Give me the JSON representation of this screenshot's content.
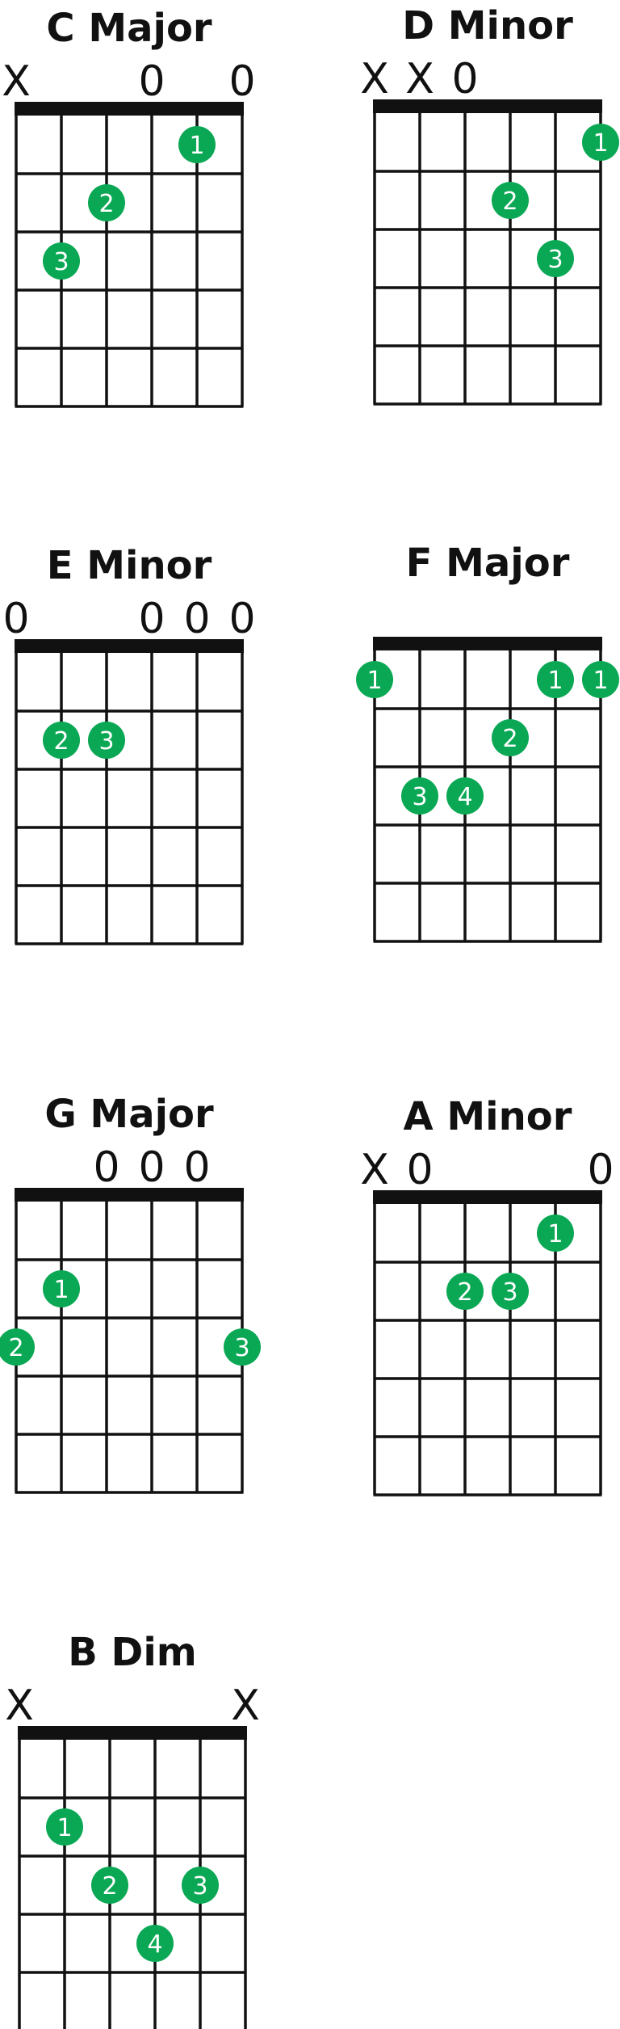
{
  "colors": {
    "ink": "#111111",
    "finger_dot": "#0aa854",
    "dot_text": "#ffffff",
    "background": "#ffffff"
  },
  "chords": [
    {
      "name": "C Major",
      "markers": [
        "X",
        "",
        "",
        "0",
        "",
        "0"
      ],
      "fingers": [
        {
          "string": 5,
          "fret": 1,
          "label": "1"
        },
        {
          "string": 3,
          "fret": 2,
          "label": "2"
        },
        {
          "string": 2,
          "fret": 3,
          "label": "3"
        }
      ]
    },
    {
      "name": "D Minor",
      "markers": [
        "X",
        "X",
        "0",
        "",
        "",
        ""
      ],
      "fingers": [
        {
          "string": 6,
          "fret": 1,
          "label": "1"
        },
        {
          "string": 4,
          "fret": 2,
          "label": "2"
        },
        {
          "string": 5,
          "fret": 3,
          "label": "3"
        }
      ]
    },
    {
      "name": "E Minor",
      "markers": [
        "0",
        "",
        "",
        "0",
        "0",
        "0"
      ],
      "fingers": [
        {
          "string": 2,
          "fret": 2,
          "label": "2"
        },
        {
          "string": 3,
          "fret": 2,
          "label": "3"
        }
      ]
    },
    {
      "name": "F Major",
      "markers": [
        "",
        "",
        "",
        "",
        "",
        ""
      ],
      "fingers": [
        {
          "string": 1,
          "fret": 1,
          "label": "1"
        },
        {
          "string": 5,
          "fret": 1,
          "label": "1"
        },
        {
          "string": 6,
          "fret": 1,
          "label": "1"
        },
        {
          "string": 4,
          "fret": 2,
          "label": "2"
        },
        {
          "string": 2,
          "fret": 3,
          "label": "3"
        },
        {
          "string": 3,
          "fret": 3,
          "label": "4"
        }
      ]
    },
    {
      "name": "G Major",
      "markers": [
        "",
        "",
        "0",
        "0",
        "0",
        ""
      ],
      "fingers": [
        {
          "string": 2,
          "fret": 2,
          "label": "1"
        },
        {
          "string": 1,
          "fret": 3,
          "label": "2"
        },
        {
          "string": 6,
          "fret": 3,
          "label": "3"
        }
      ]
    },
    {
      "name": "A Minor",
      "markers": [
        "X",
        "0",
        "",
        "",
        "",
        "0"
      ],
      "fingers": [
        {
          "string": 5,
          "fret": 1,
          "label": "1"
        },
        {
          "string": 3,
          "fret": 2,
          "label": "2"
        },
        {
          "string": 4,
          "fret": 2,
          "label": "3"
        }
      ]
    },
    {
      "name": "B Dim",
      "markers": [
        "X",
        "",
        "",
        "",
        "",
        "X"
      ],
      "fingers": [
        {
          "string": 2,
          "fret": 2,
          "label": "1"
        },
        {
          "string": 3,
          "fret": 3,
          "label": "2"
        },
        {
          "string": 5,
          "fret": 3,
          "label": "3"
        },
        {
          "string": 4,
          "fret": 4,
          "label": "4"
        }
      ]
    }
  ]
}
